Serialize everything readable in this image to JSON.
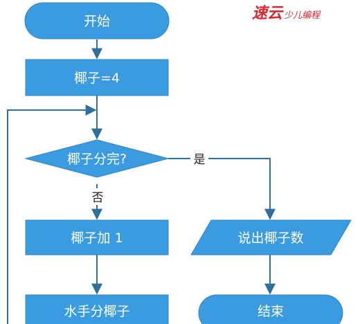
{
  "colors": {
    "node_fill": "#3a9be0",
    "node_stroke": "#2f85c6",
    "connector": "#2f6f9c",
    "text": "#ffffff",
    "logo": "#e0242b"
  },
  "logo": {
    "main": "速云",
    "sub": "少儿编程"
  },
  "nodes": {
    "start": "开始",
    "init": "椰子=4",
    "decision": "椰子分完?",
    "increment": "椰子加 1",
    "output": "说出椰子数",
    "distribute": "水手分椰子",
    "end": "结束"
  },
  "edges": {
    "yes_label": "是",
    "no_label": "否"
  }
}
